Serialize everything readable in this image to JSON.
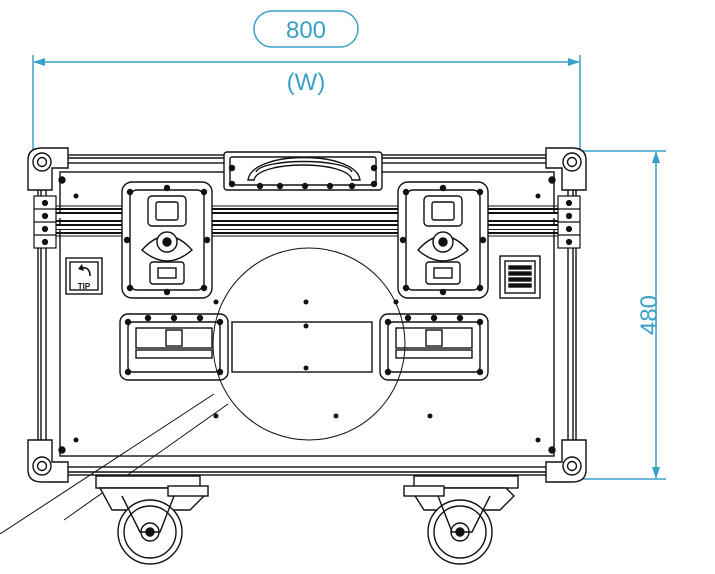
{
  "dimensions": {
    "width_value": "800",
    "width_label": "(W)",
    "height_value": "480"
  },
  "tip_label": "TIP",
  "colors": {
    "dimension": "#3aa0c8",
    "outline": "#111111",
    "background": "#ffffff"
  }
}
